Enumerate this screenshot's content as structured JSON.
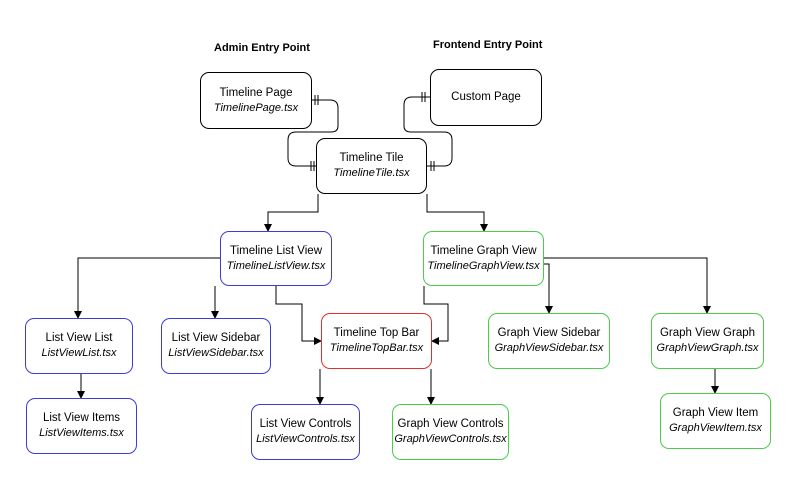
{
  "headers": {
    "admin": "Admin Entry Point",
    "frontend": "Frontend Entry Point"
  },
  "nodes": {
    "timeline_page": {
      "title": "Timeline Page",
      "file": "TimelinePage.tsx"
    },
    "custom_page": {
      "title": "Custom Page"
    },
    "timeline_tile": {
      "title": "Timeline Tile",
      "file": "TimelineTile.tsx"
    },
    "timeline_list_view": {
      "title": "Timeline List View",
      "file": "TimelineListView.tsx"
    },
    "timeline_graph_view": {
      "title": "Timeline Graph View",
      "file": "TimelineGraphView.tsx"
    },
    "list_view_list": {
      "title": "List View List",
      "file": "ListViewList.tsx"
    },
    "list_view_sidebar": {
      "title": "List View Sidebar",
      "file": "ListViewSidebar.tsx"
    },
    "timeline_top_bar": {
      "title": "Timeline Top Bar",
      "file": "TimelineTopBar.tsx"
    },
    "graph_view_sidebar": {
      "title": "Graph View Sidebar",
      "file": "GraphViewSidebar.tsx"
    },
    "graph_view_graph": {
      "title": "Graph View Graph",
      "file": "GraphViewGraph.tsx"
    },
    "list_view_items": {
      "title": "List View Items",
      "file": "ListViewItems.tsx"
    },
    "list_view_controls": {
      "title": "List View Controls",
      "file": "ListViewControls.tsx"
    },
    "graph_view_controls": {
      "title": "Graph View Controls",
      "file": "GraphViewControls.tsx"
    },
    "graph_view_item": {
      "title": "Graph View Item",
      "file": "GraphViewItem.tsx"
    }
  },
  "colors": {
    "stroke": "#000000",
    "list_branch": "#3c3cd6",
    "graph_branch": "#4ccb4c",
    "shared": "#e0302a"
  }
}
